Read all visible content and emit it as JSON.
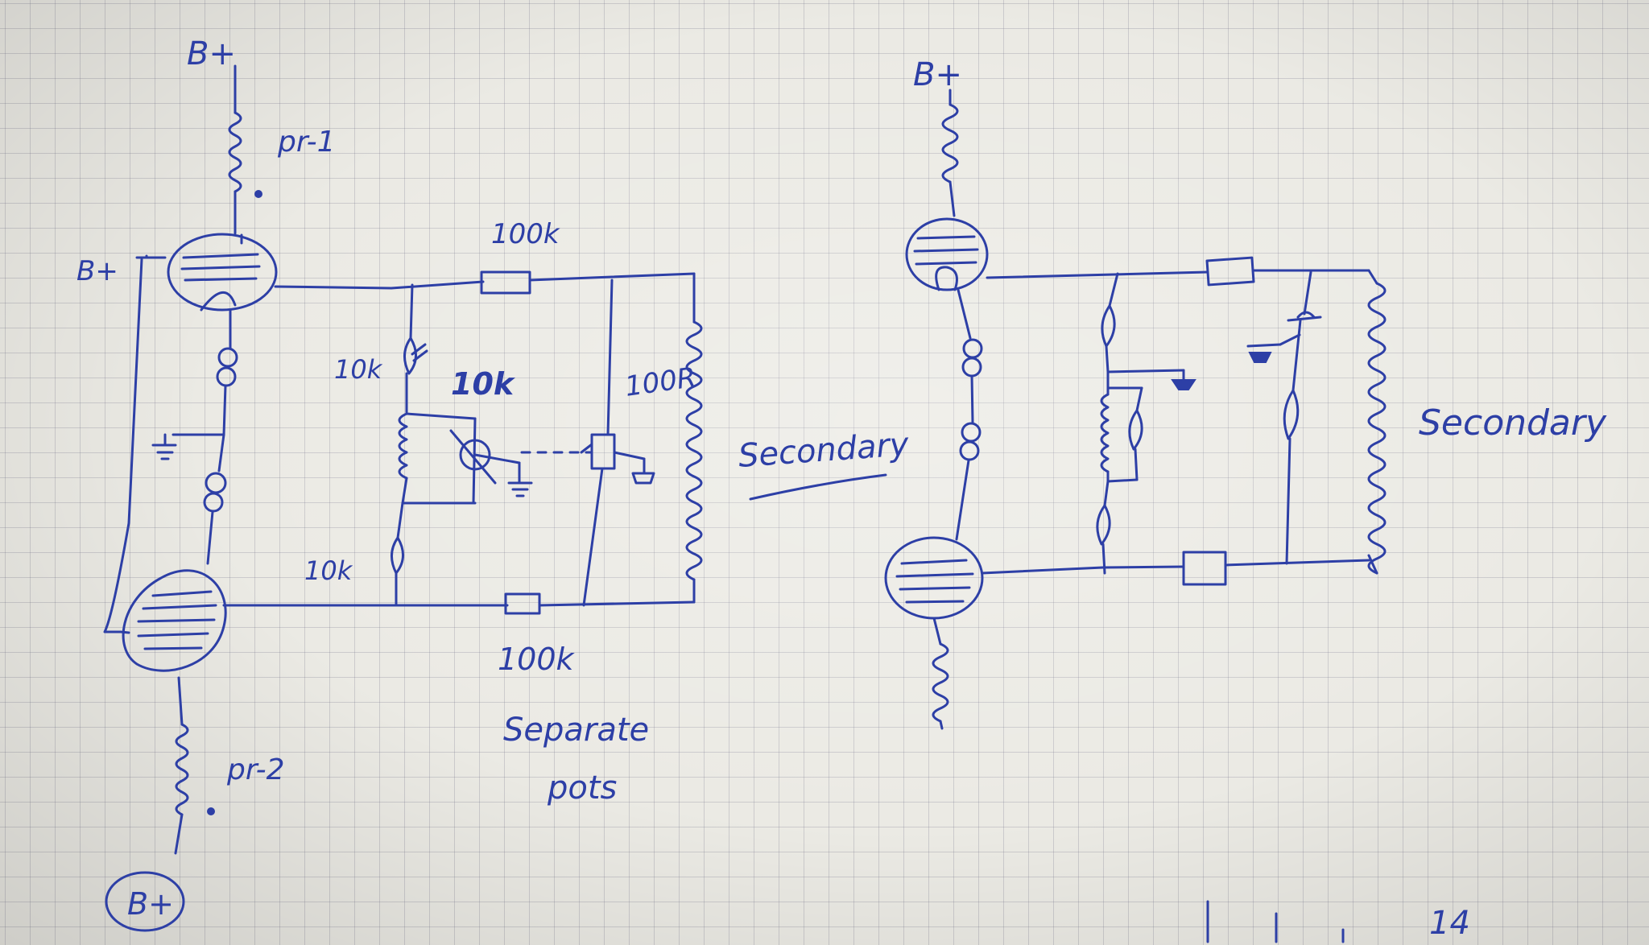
{
  "left_circuit": {
    "b_plus_top": "B+",
    "b_plus_side": "B+",
    "b_plus_circled": "B+",
    "primary_1": "pr-1",
    "primary_2": "pr-2",
    "r_top": "100k",
    "r_bottom": "100k",
    "r_upper_left": "10k",
    "r_lower_left": "10k",
    "pot": "10k",
    "inductor": "100R",
    "secondary": "Secondary",
    "note_line1": "Separate",
    "note_line2": "pots"
  },
  "right_circuit": {
    "b_plus_top": "B+",
    "secondary": "Secondary"
  },
  "page_corner": "14"
}
